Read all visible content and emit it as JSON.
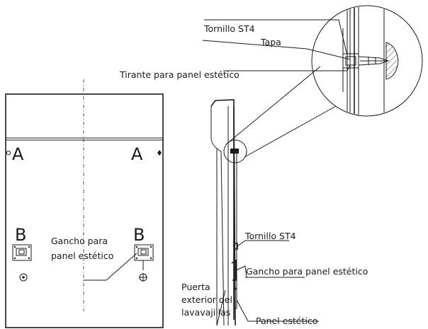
{
  "front_view": {
    "marker_a_left": "A",
    "marker_a_right": "A",
    "marker_b_left": "B",
    "marker_b_right": "B",
    "hook_label_line1": "Gancho para",
    "hook_label_line2": "panel estético"
  },
  "side_view": {
    "screw_label": "Tornillo ST4",
    "hook_label": "Gancho para panel estético",
    "door_label_line1": "Puerta",
    "door_label_line2": "exterior del",
    "door_label_line3": "lavavajillas",
    "panel_label": "Panel estético"
  },
  "detail_view": {
    "screw_label": "Tornillo ST4",
    "cap_label": "Tapa",
    "tie_label": "Tirante para panel estético"
  }
}
